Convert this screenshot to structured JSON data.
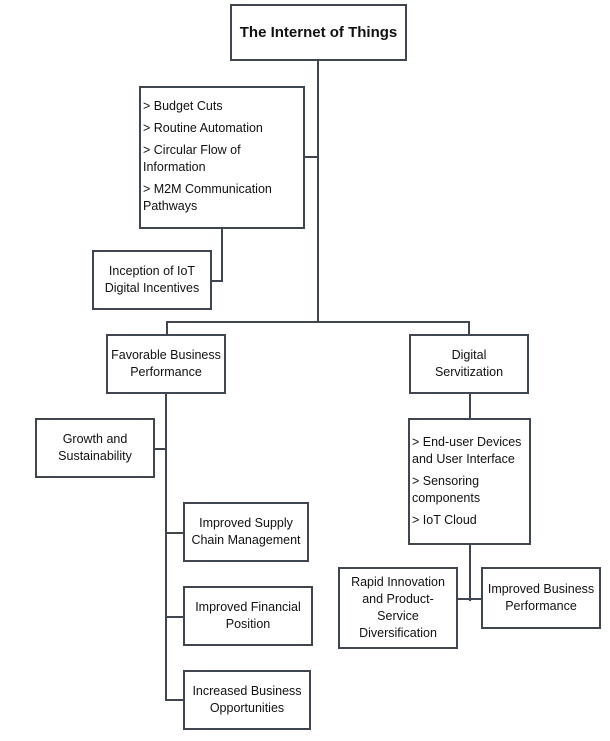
{
  "diagram": {
    "root": "The Internet of Things",
    "drivers": [
      "> Budget Cuts",
      "> Routine Automation",
      "> Circular Flow of Information",
      "> M2M  Communication Pathways"
    ],
    "drivers_lines": [
      [
        "> Budget Cuts"
      ],
      [
        "> Routine Automation"
      ],
      [
        "> Circular Flow of",
        "Information"
      ],
      [
        "> M2M  Communication",
        "Pathways"
      ]
    ],
    "inception": [
      "Inception of IoT",
      "Digital Incentives"
    ],
    "branches": {
      "left": {
        "label": [
          "Favorable Business",
          "Performance"
        ],
        "side_node": [
          "Growth and",
          "Sustainability"
        ],
        "children": [
          [
            "Improved Supply",
            "Chain Management"
          ],
          [
            "Improved Financial",
            "Position"
          ],
          [
            "Increased Business",
            "Opportunities"
          ]
        ]
      },
      "right": {
        "label": [
          "Digital",
          "Servitization"
        ],
        "components_lines": [
          [
            "> End-user Devices",
            "and User Interface"
          ],
          [
            "> Sensoring",
            "components"
          ],
          [
            "> IoT Cloud"
          ]
        ],
        "outcomes": {
          "left": [
            "Rapid Innovation",
            "and Product-",
            "Service",
            "Diversification"
          ],
          "right": [
            "Improved Business",
            "Performance"
          ]
        }
      }
    },
    "colors": {
      "stroke": "#3f4650",
      "background": "#ffffff",
      "text": "#111111"
    }
  }
}
